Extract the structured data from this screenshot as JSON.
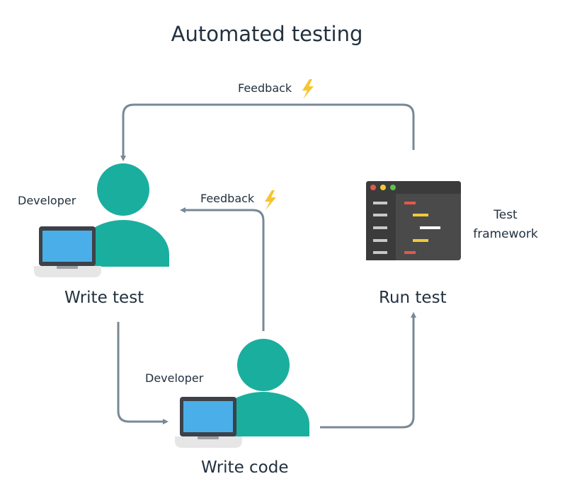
{
  "title": "Automated testing",
  "nodes": {
    "write_test": {
      "label": "Write test",
      "role": "Developer"
    },
    "write_code": {
      "label": "Write code",
      "role": "Developer"
    },
    "run_test": {
      "label": "Run test",
      "tool_line1": "Test",
      "tool_line2": "framework"
    }
  },
  "edges": {
    "feedback_top": {
      "label": "Feedback",
      "icon": "lightning-icon"
    },
    "feedback_middle": {
      "label": "Feedback",
      "icon": "lightning-icon"
    }
  },
  "colors": {
    "person": "#1aae9f",
    "arrow": "#788896",
    "laptop_screen": "#4aaee8",
    "laptop_frame": "#3d4148",
    "laptop_base": "#e6e6e6",
    "bolt": "#f5c52c",
    "terminal_body": "#4a4a4a",
    "terminal_bar": "#3b3b3b",
    "red": "#e05a4e",
    "yellow": "#f0c93a",
    "green": "#5cc24a"
  }
}
